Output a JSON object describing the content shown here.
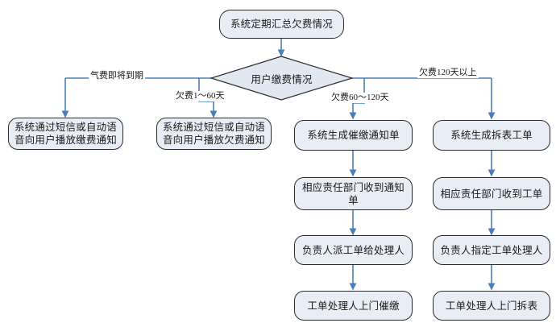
{
  "diagram": {
    "type": "flowchart",
    "title_node": {
      "id": "start",
      "shape": "rounded-rectangle",
      "label": "系统定期汇总欠费情况"
    },
    "decision": {
      "id": "decision",
      "shape": "diamond",
      "label": "用户缴费情况"
    },
    "branch_labels": [
      {
        "id": "branch-1",
        "label": "气费即将到期"
      },
      {
        "id": "branch-2",
        "label": "欠费1～60天"
      },
      {
        "id": "branch-3",
        "label": "欠费60～120天"
      },
      {
        "id": "branch-4",
        "label": "欠费120天以上"
      }
    ],
    "columns": [
      {
        "id": "column-1",
        "branch": "气费即将到期",
        "nodes": [
          {
            "id": "c1-n1",
            "label": "系统通过短信或自动语音向用户播放缴费通知"
          }
        ]
      },
      {
        "id": "column-2",
        "branch": "欠费1～60天",
        "nodes": [
          {
            "id": "c2-n1",
            "label": "系统通过短信或自动语音向用户播放欠费通知"
          }
        ]
      },
      {
        "id": "column-3",
        "branch": "欠费60～120天",
        "nodes": [
          {
            "id": "c3-n1",
            "label": "系统生成催缴通知单"
          },
          {
            "id": "c3-n2",
            "label": "相应责任部门收到通知单"
          },
          {
            "id": "c3-n3",
            "label": "负责人派工单给处理人"
          },
          {
            "id": "c3-n4",
            "label": "工单处理人上门催缴"
          }
        ]
      },
      {
        "id": "column-4",
        "branch": "欠费120天以上",
        "nodes": [
          {
            "id": "c4-n1",
            "label": "系统生成拆表工单"
          },
          {
            "id": "c4-n2",
            "label": "相应责任部门收到工单"
          },
          {
            "id": "c4-n3",
            "label": "负责人指定工单处理人"
          },
          {
            "id": "c4-n4",
            "label": "工单处理人上门拆表"
          }
        ]
      }
    ],
    "colors": {
      "node_fill": "#e9eef6",
      "node_border": "#2b2b2b",
      "connector": "#4a7ebb",
      "text": "#1a1a1a",
      "background": "#ffffff"
    }
  }
}
